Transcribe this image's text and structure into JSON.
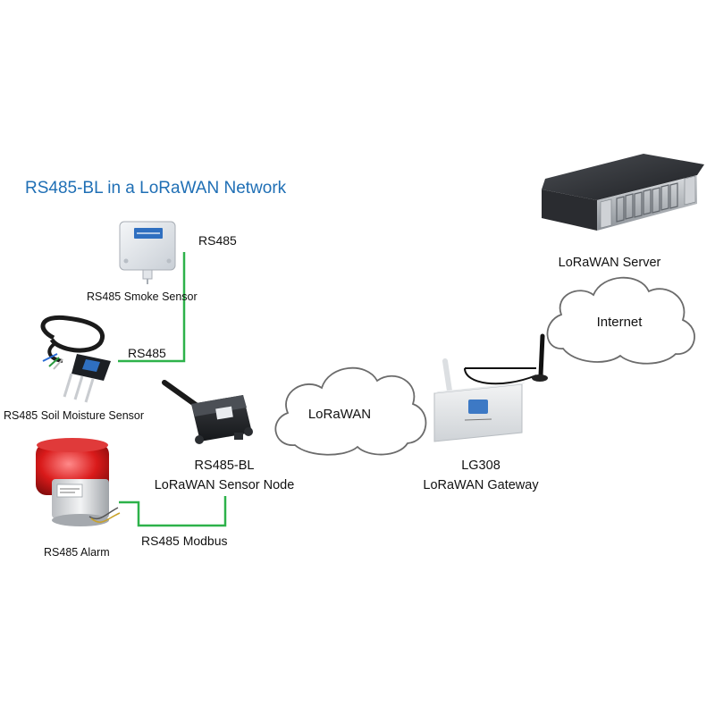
{
  "diagram": {
    "title": "RS485-BL in a LoRaWAN Network",
    "title_color": "#1f6fb5",
    "link_color": "#2db24a",
    "labels": {
      "rs485_top": "RS485",
      "smoke_sensor": "RS485 Smoke Sensor",
      "rs485_mid": "RS485",
      "soil_sensor": "RS485 Soil Moisture Sensor",
      "node_line1": "RS485-BL",
      "node_line2": "LoRaWAN Sensor Node",
      "alarm": "RS485 Alarm",
      "modbus": "RS485 Modbus",
      "lorawan_cloud": "LoRaWAN",
      "gateway_line1": "LG308",
      "gateway_line2": "LoRaWAN Gateway",
      "internet_cloud": "Internet",
      "server": "LoRaWAN Server"
    },
    "icons": {
      "smoke_sensor": "smoke-sensor-icon",
      "soil_sensor": "soil-moisture-sensor-icon",
      "node": "lorawan-node-icon",
      "alarm": "alarm-beacon-icon",
      "gateway": "gateway-icon",
      "server": "server-rack-icon",
      "cloud": "cloud-icon"
    }
  }
}
